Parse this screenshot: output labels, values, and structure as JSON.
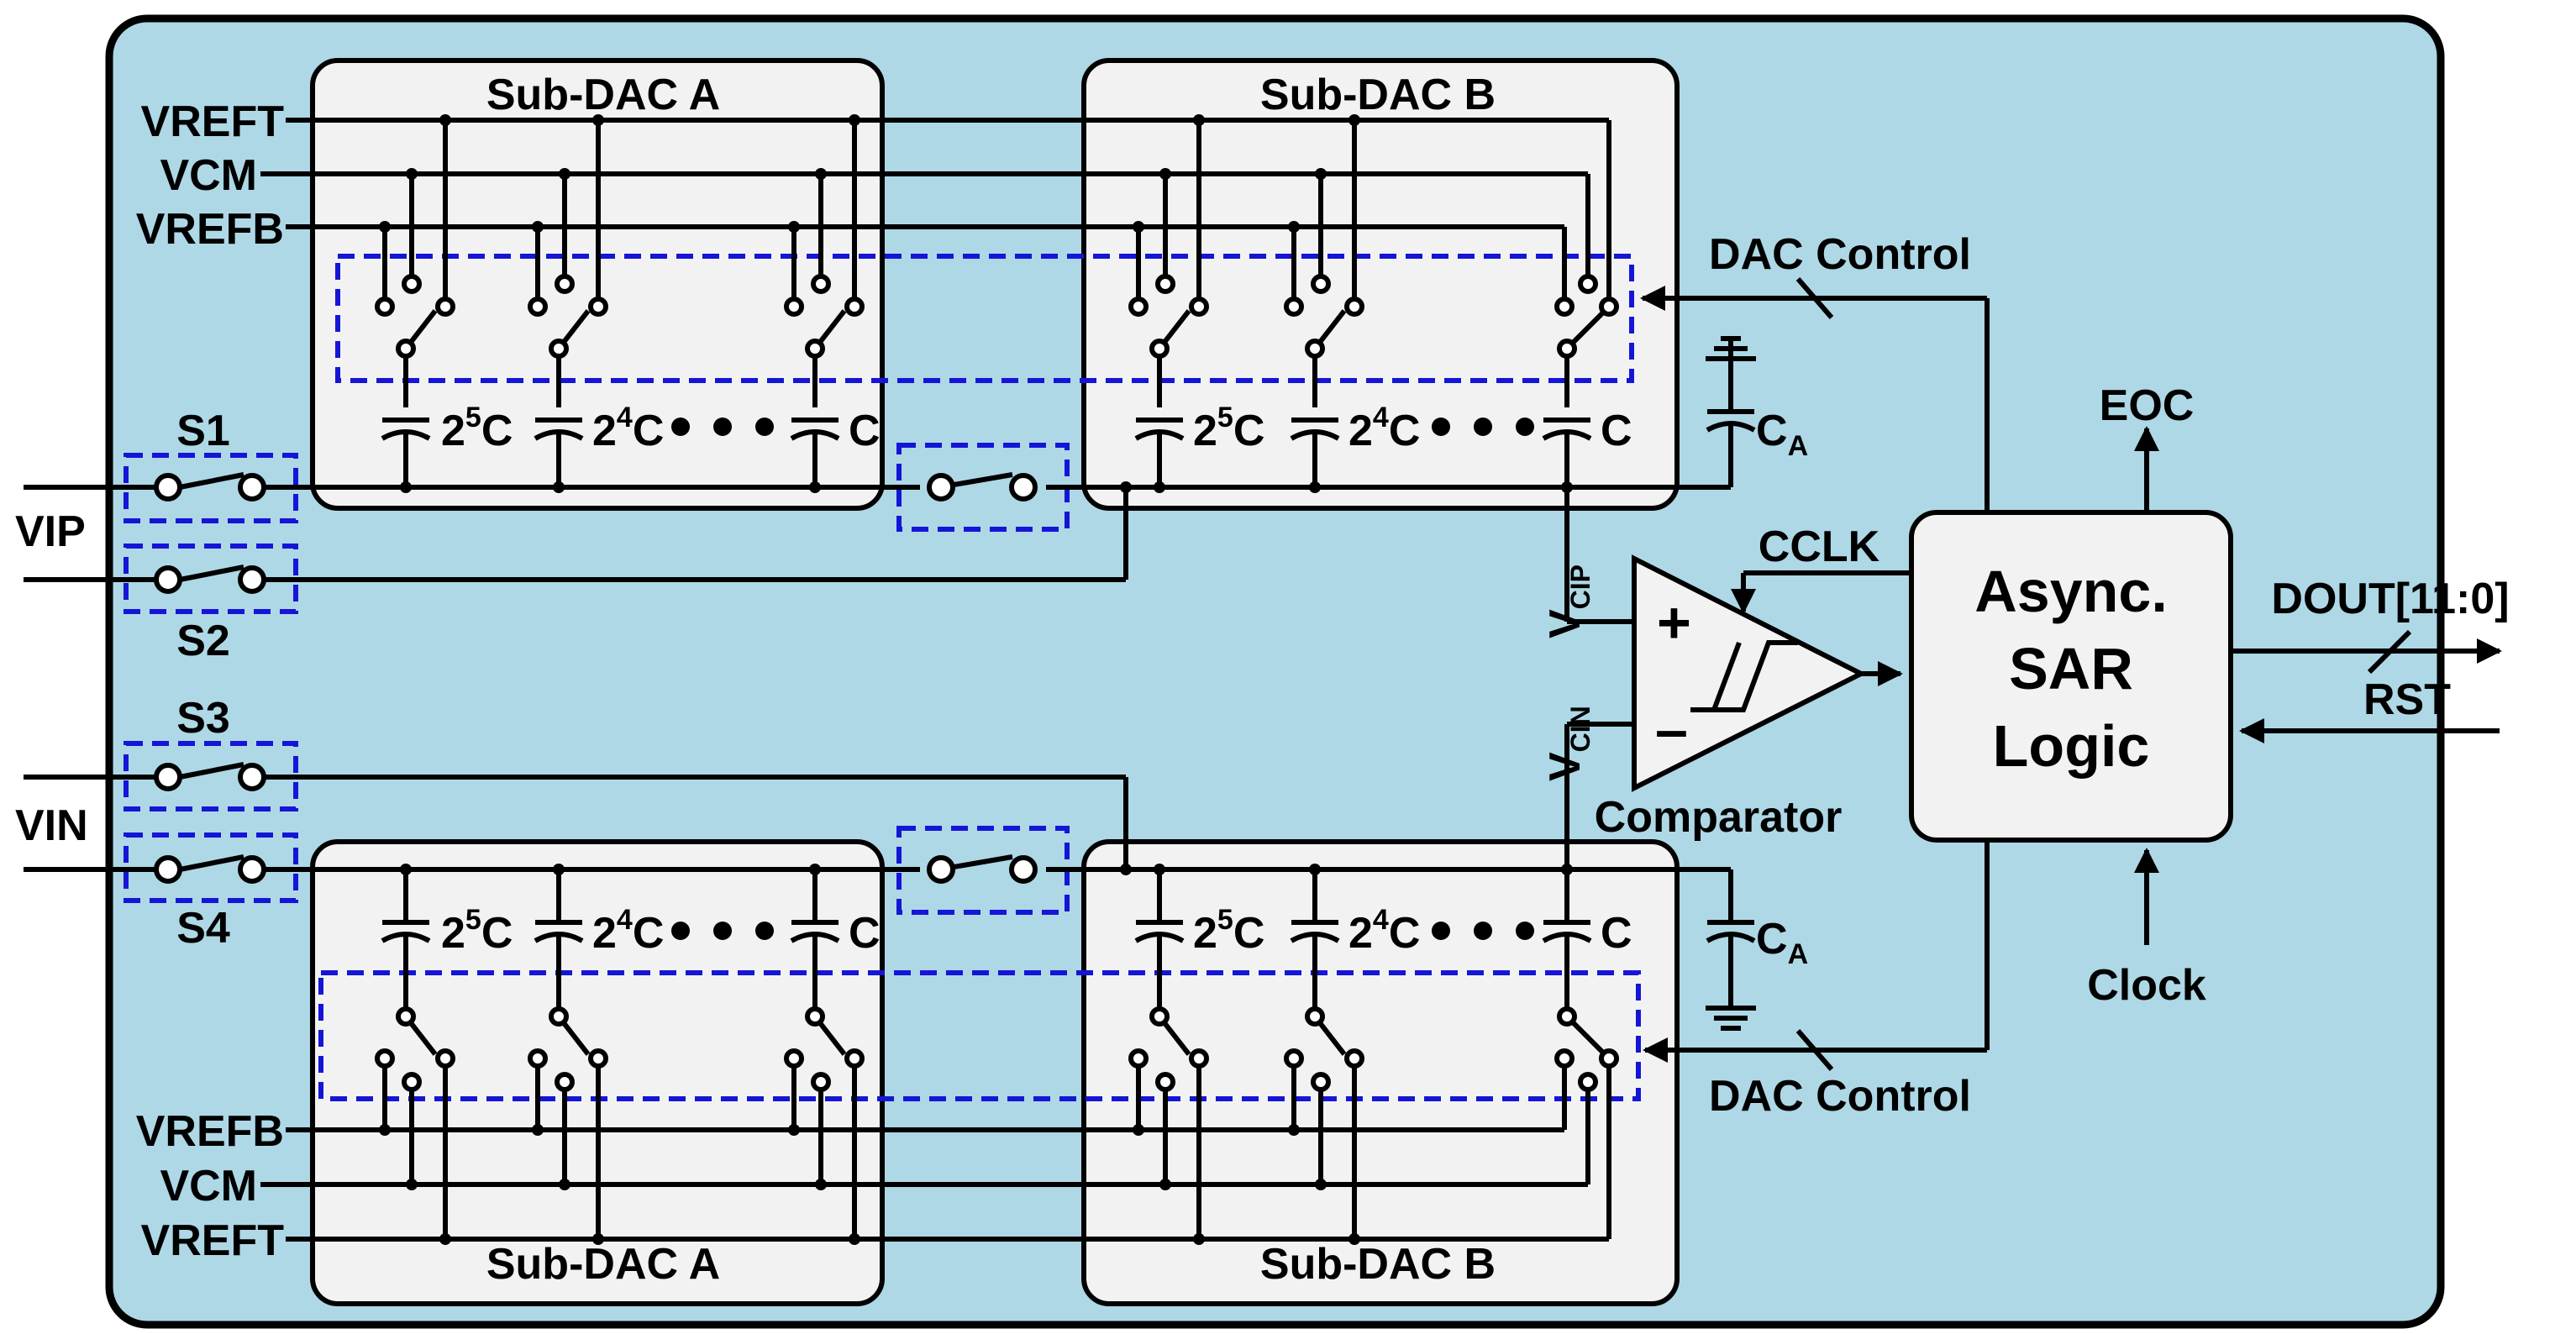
{
  "blocks": {
    "subdac_a": "Sub-DAC A",
    "subdac_b": "Sub-DAC B",
    "sar_logic_lines": [
      "Async.",
      "SAR",
      "Logic"
    ],
    "comparator": "Comparator"
  },
  "supplies": {
    "vreft": "VREFT",
    "vcm": "VCM",
    "vrefb": "VREFB"
  },
  "inputs": {
    "vip": "VIP",
    "vin": "VIN"
  },
  "switches": {
    "s1": "S1",
    "s2": "S2",
    "s3": "S3",
    "s4": "S4"
  },
  "caps": {
    "c5_base": "2",
    "c5_exp": "5",
    "c4_base": "2",
    "c4_exp": "4",
    "c_suffix": "C",
    "unit": "C",
    "ca_base": "C",
    "ca_sub": "A"
  },
  "signals": {
    "dac_control": "DAC Control",
    "cclk": "CCLK",
    "eoc": "EOC",
    "dout": "DOUT[11:0]",
    "rst": "RST",
    "clock": "Clock",
    "vcip_base": "V",
    "vcip_sub": "CIP",
    "vcin_base": "V",
    "vcin_sub": "CIN",
    "plus": "+",
    "minus": "–"
  },
  "colors": {
    "background": "#aed8e6",
    "block_fill": "#f2f2f2",
    "dashed_group": "#1515d6",
    "wire": "#000000"
  }
}
